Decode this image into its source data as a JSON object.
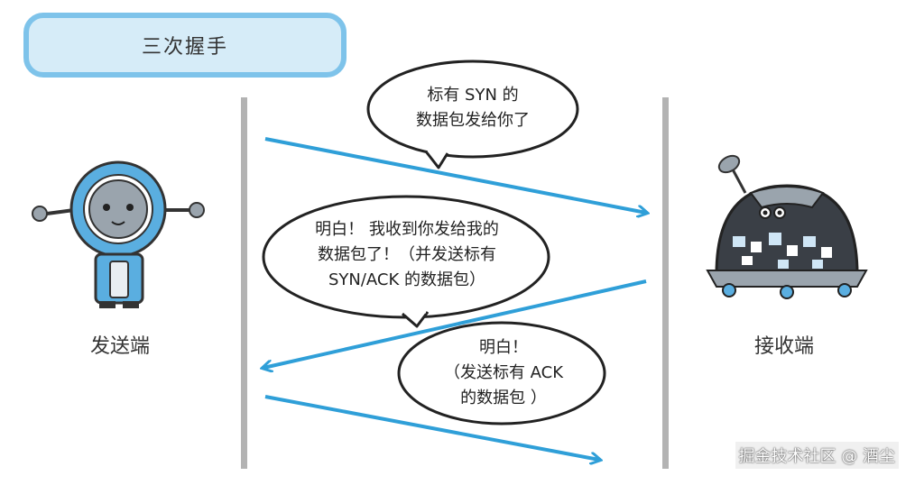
{
  "title": "三次握手",
  "sender": {
    "label": "发送端"
  },
  "receiver": {
    "label": "接收端"
  },
  "bubbles": [
    {
      "text": "标有 SYN 的\n数据包发给你了"
    },
    {
      "text": "明白！ 我收到你发给我的\n数据包了！（并发送标有\nSYN/ACK 的数据包）"
    },
    {
      "text": "明白！\n（发送标有 ACK\n的数据包 ）"
    }
  ],
  "watermark": "掘金技术社区 @ 酒尘",
  "colors": {
    "arrow": "#2f9fd8",
    "pill_border": "#7ec3ea",
    "pill_fill": "#d6ecf8",
    "line": "#b3b3b3"
  }
}
